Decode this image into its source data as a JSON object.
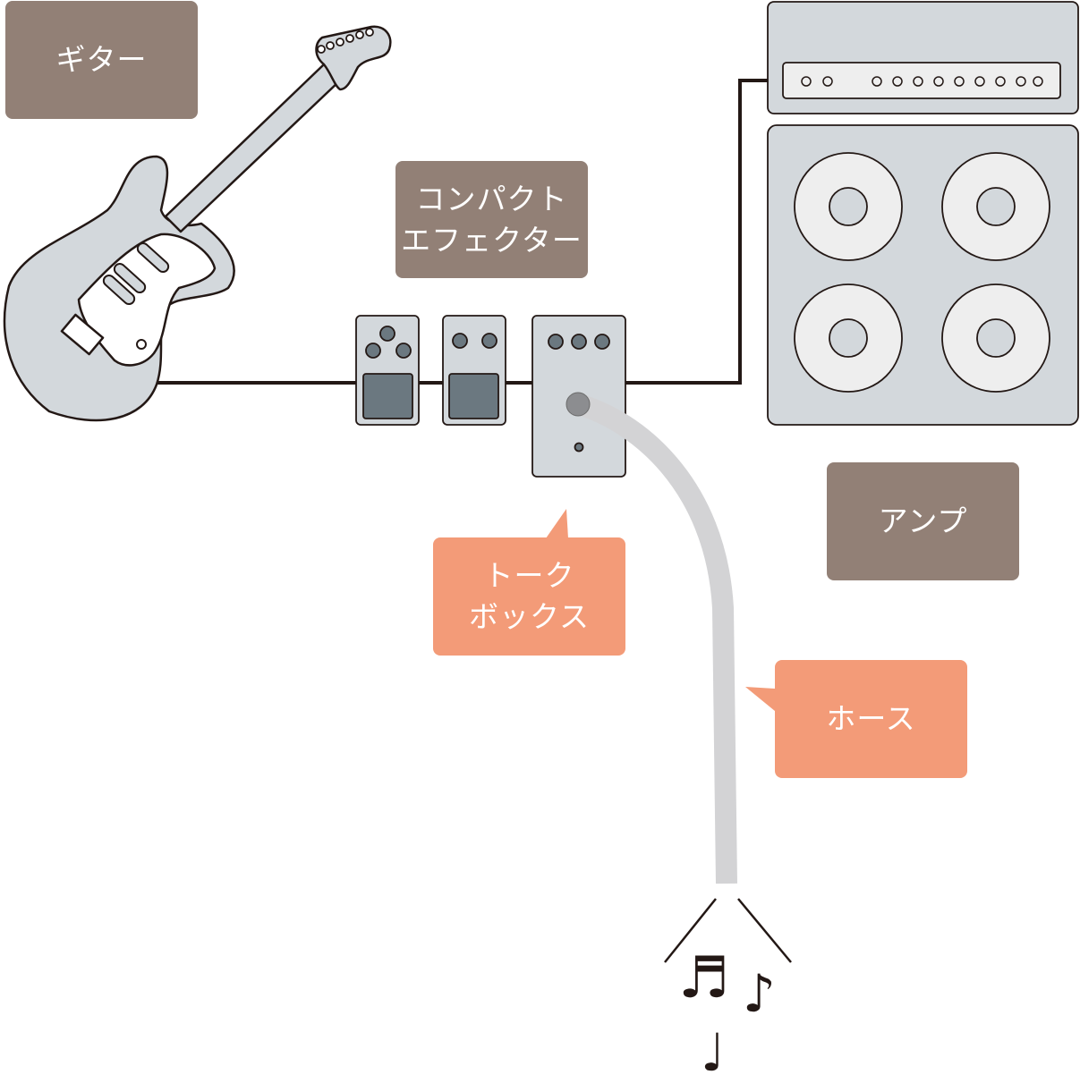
{
  "labels": {
    "guitar": "ギター",
    "compact_effector": [
      "コンパクト",
      "エフェクター"
    ],
    "amp": "アンプ",
    "talkbox": [
      "トーク",
      "ボックス"
    ],
    "hose": "ホース"
  },
  "notes": [
    "♬",
    "♪",
    "♩"
  ],
  "colors": {
    "label_brown": "#928076",
    "callout_orange": "#f39b78",
    "equipment_gray": "#d3d8dc",
    "pedal_dark": "#6b7880",
    "cable": "#231815",
    "hose": "#d3d3d5",
    "speaker_cone": "#eeeeee"
  }
}
